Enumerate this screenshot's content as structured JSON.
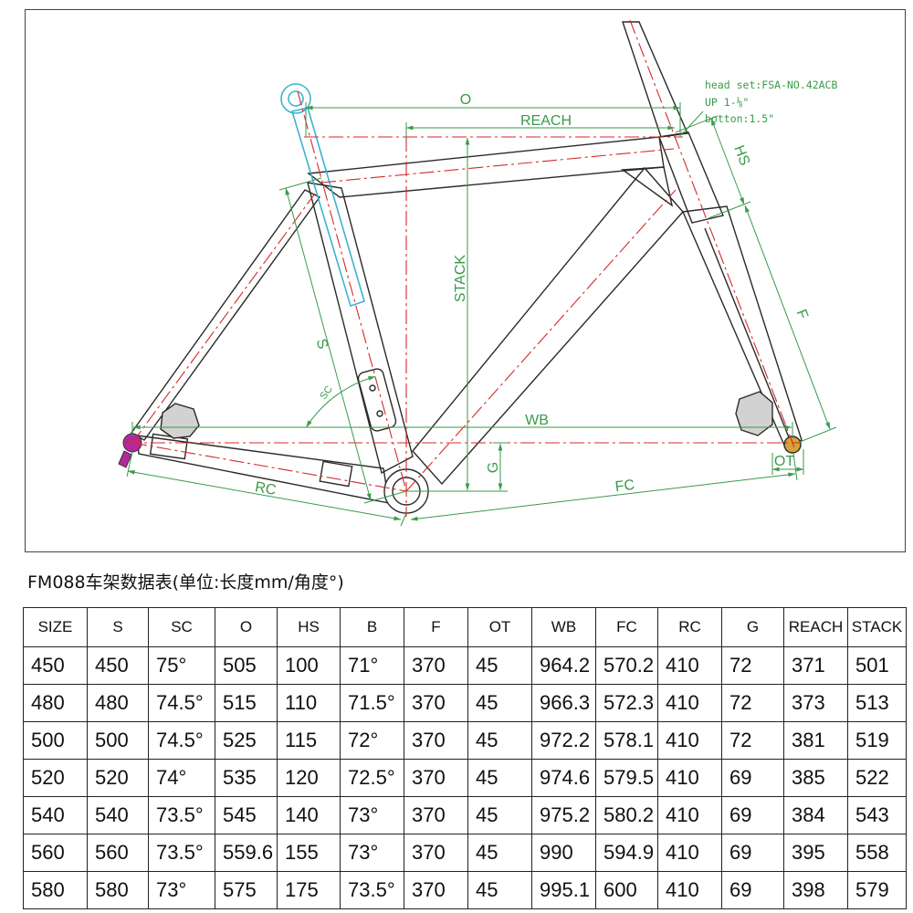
{
  "colors": {
    "dimension": "#3a9a4a",
    "centerline": "#d42a2a",
    "frame": "#2a2a2a",
    "seatpost": "#3ab4d0",
    "dropout": "#b5289c"
  },
  "diagram": {
    "labels": {
      "o": "O",
      "reach": "REACH",
      "stack": "STACK",
      "s": "S",
      "sc": "SC",
      "wb": "WB",
      "g": "G",
      "rc": "RC",
      "fc": "FC",
      "ot": "OT",
      "f": "F",
      "hs": "HS"
    },
    "headset_note": {
      "line1": "head set:FSA-NO.42ACB",
      "line2": "UP 1-⅛\"",
      "line3": "botton:1.5\""
    }
  },
  "table": {
    "caption": "FM088车架数据表(单位:长度mm/角度°)",
    "columns": [
      "SIZE",
      "S",
      "SC",
      "O",
      "HS",
      "B",
      "F",
      "OT",
      "WB",
      "FC",
      "RC",
      "G",
      "REACH",
      "STACK"
    ],
    "rows": [
      [
        "450",
        "450",
        "75°",
        "505",
        "100",
        "71°",
        "370",
        "45",
        "964.2",
        "570.2",
        "410",
        "72",
        "371",
        "501"
      ],
      [
        "480",
        "480",
        "74.5°",
        "515",
        "110",
        "71.5°",
        "370",
        "45",
        "966.3",
        "572.3",
        "410",
        "72",
        "373",
        "513"
      ],
      [
        "500",
        "500",
        "74.5°",
        "525",
        "115",
        "72°",
        "370",
        "45",
        "972.2",
        "578.1",
        "410",
        "72",
        "381",
        "519"
      ],
      [
        "520",
        "520",
        "74°",
        "535",
        "120",
        "72.5°",
        "370",
        "45",
        "974.6",
        "579.5",
        "410",
        "69",
        "385",
        "522"
      ],
      [
        "540",
        "540",
        "73.5°",
        "545",
        "140",
        "73°",
        "370",
        "45",
        "975.2",
        "580.2",
        "410",
        "69",
        "384",
        "543"
      ],
      [
        "560",
        "560",
        "73.5°",
        "559.6",
        "155",
        "73°",
        "370",
        "45",
        "990",
        "594.9",
        "410",
        "69",
        "395",
        "558"
      ],
      [
        "580",
        "580",
        "73°",
        "575",
        "175",
        "73.5°",
        "370",
        "45",
        "995.1",
        "600",
        "410",
        "69",
        "398",
        "579"
      ]
    ]
  }
}
